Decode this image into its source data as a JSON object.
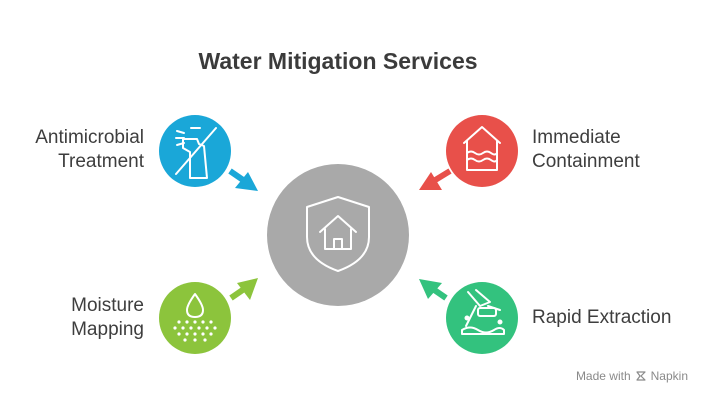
{
  "title": "Water Mitigation Services",
  "items": [
    {
      "id": "antimicrobial",
      "line1": "Antimicrobial",
      "line2": "Treatment",
      "icon": "spray-bottle-icon",
      "color": "#1aa7d8"
    },
    {
      "id": "containment",
      "line1": "Immediate",
      "line2": "Containment",
      "icon": "flooded-house-icon",
      "color": "#e8504a"
    },
    {
      "id": "moisture",
      "line1": "Moisture",
      "line2": "Mapping",
      "icon": "water-drop-icon",
      "color": "#8cc43c"
    },
    {
      "id": "extraction",
      "line1": "Rapid Extraction",
      "line2": "",
      "icon": "extractor-icon",
      "color": "#33c27e"
    }
  ],
  "center": {
    "icon": "shield-house-icon",
    "color": "#a9a9a9"
  },
  "brand": {
    "prefix": "Made with",
    "name": "Napkin"
  }
}
